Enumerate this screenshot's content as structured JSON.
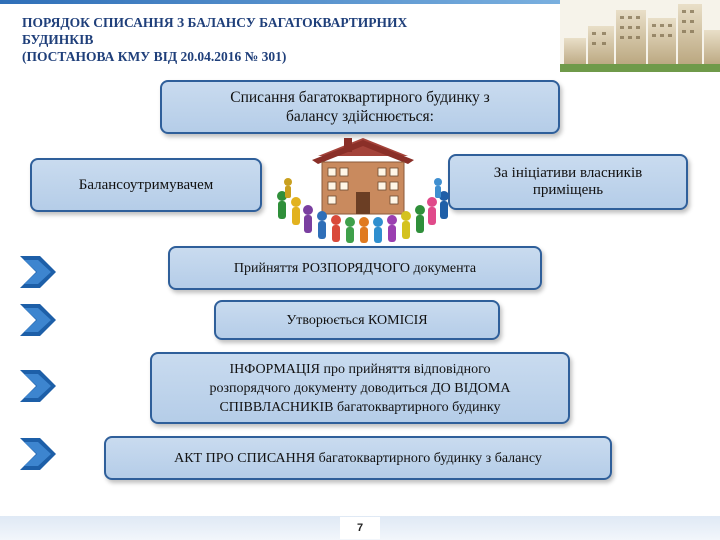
{
  "header": {
    "title_lines": [
      "ПОРЯДОК СПИСАННЯ З БАЛАНСУ БАГАТОКВАРТИРНИХ",
      "БУДИНКІВ",
      "(ПОСТАНОВА КМУ ВІД 20.04.2016 № 301)"
    ],
    "illustration_icon": "apartment-buildings-icon"
  },
  "diagram": {
    "main_box": [
      "Списання багатоквартирного будинку з",
      "балансу здійснюється:"
    ],
    "left_option": "Балансоутримувачем",
    "right_option": [
      "За ініціативи власників",
      "приміщень"
    ],
    "center_illustration_icon": "house-with-people-icon",
    "steps": [
      {
        "lines": [
          "Прийняття РОЗПОРЯДЧОГО документа"
        ],
        "marker_icon": "chevron-right-icon"
      },
      {
        "lines": [
          "Утворюється КОМІСІЯ"
        ],
        "marker_icon": "chevron-right-icon"
      },
      {
        "lines": [
          "ІНФОРМАЦІЯ про прийняття відповідного",
          "розпорядчого документу доводиться ДО ВІДОМА",
          "СПІВВЛАСНИКІВ багатоквартирного будинку"
        ],
        "marker_icon": "chevron-right-icon"
      },
      {
        "lines": [
          "АКТ ПРО СПИСАННЯ багатоквартирного будинку з балансу"
        ],
        "marker_icon": "chevron-right-icon"
      }
    ]
  },
  "footer": {
    "page_number": "7"
  },
  "colors": {
    "title": "#1f3f7a",
    "box_fill": "#c1d6ec",
    "box_border": "#2f5f9a",
    "chevron": "#1d5fa8"
  }
}
